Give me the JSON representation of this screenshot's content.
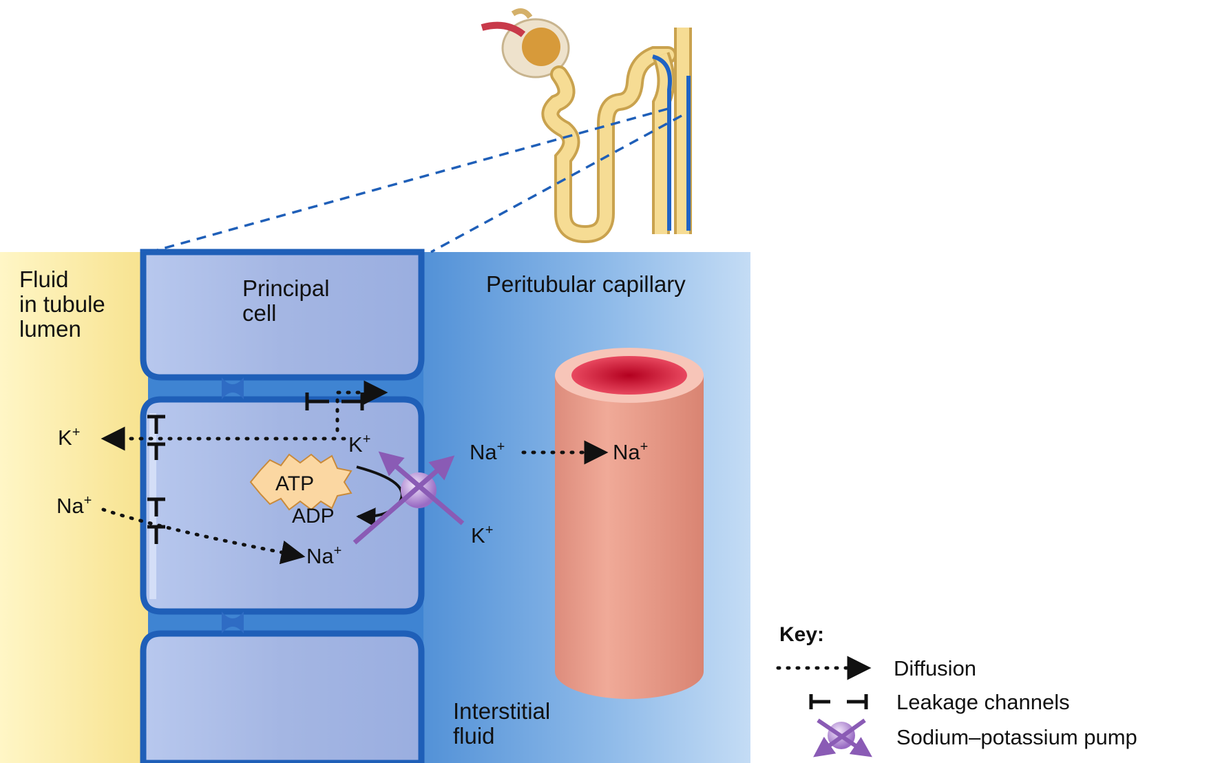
{
  "labels": {
    "lumen_line1": "Fluid",
    "lumen_line2": "in tubule",
    "lumen_line3": "lumen",
    "cell_line1": "Principal",
    "cell_line2": "cell",
    "capillary": "Peritubular capillary",
    "interstitial_line1": "Interstitial",
    "interstitial_line2": "fluid",
    "atp": "ATP",
    "adp": "ADP"
  },
  "ions": {
    "k": "K",
    "na": "Na",
    "plus": "+"
  },
  "key": {
    "title": "Key:",
    "diffusion": "Diffusion",
    "leakage": "Leakage channels",
    "pump": "Sodium–potassium pump"
  },
  "colors": {
    "lumen": "#fbeea6",
    "cell": "#a6b8e4",
    "cell_border": "#1f5fb8",
    "interstitial": "#5b9ad9",
    "capillary": "#e8998a",
    "pump": "#8a5bb5",
    "tubule": "#f3d58a",
    "vessel": "#1f63c4"
  }
}
